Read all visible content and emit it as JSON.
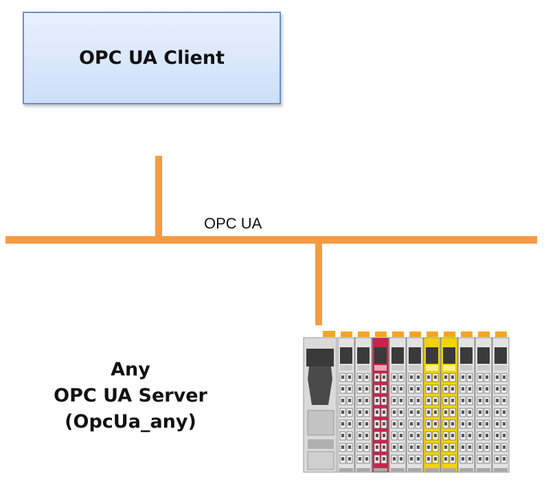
{
  "client": {
    "label": "OPC UA Client"
  },
  "bus": {
    "label": "OPC UA"
  },
  "server": {
    "lines": [
      "Any",
      "OPC UA Server",
      "(OpcUa_any)"
    ],
    "device_icon": "io-module-rack-icon"
  },
  "colors": {
    "bus": "#f59b42",
    "client_border": "#6d8fc4",
    "client_fill_top": "#e9f1ff",
    "client_fill_bottom": "#cddff8",
    "module_gray": "#e2e2e2",
    "module_red": "#c9234b",
    "module_yellow": "#f3d400",
    "module_connector": "#f5a524"
  }
}
